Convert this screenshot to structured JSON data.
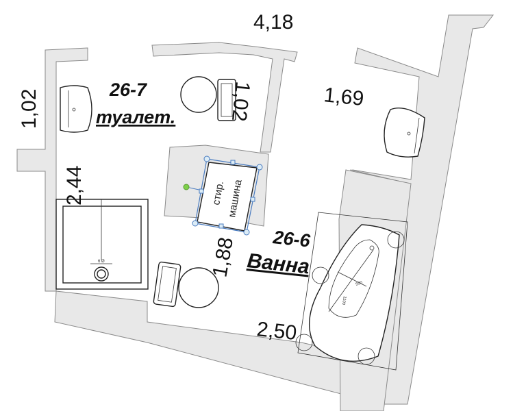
{
  "plan": {
    "dimensions": {
      "top_width": "4,18",
      "toilet_left": "1,02",
      "toilet_right": "1,02",
      "corridor": "1,69",
      "shower_side": "2,44",
      "bath_side": "1,88",
      "bath_bottom": "2,50"
    },
    "rooms": [
      {
        "code": "26-7",
        "name": "туалет."
      },
      {
        "code": "26-6",
        "name": "Ванна"
      }
    ],
    "washing_machine": {
      "line1": "стир.",
      "line2": "машина"
    },
    "shower_label": "6 Ø",
    "bath_dims": {
      "width": "500",
      "length": "1100"
    },
    "colors": {
      "wall": "#e8e8e8",
      "selection": "#4a7cc0",
      "rotate_handle": "#7ed04a"
    }
  }
}
